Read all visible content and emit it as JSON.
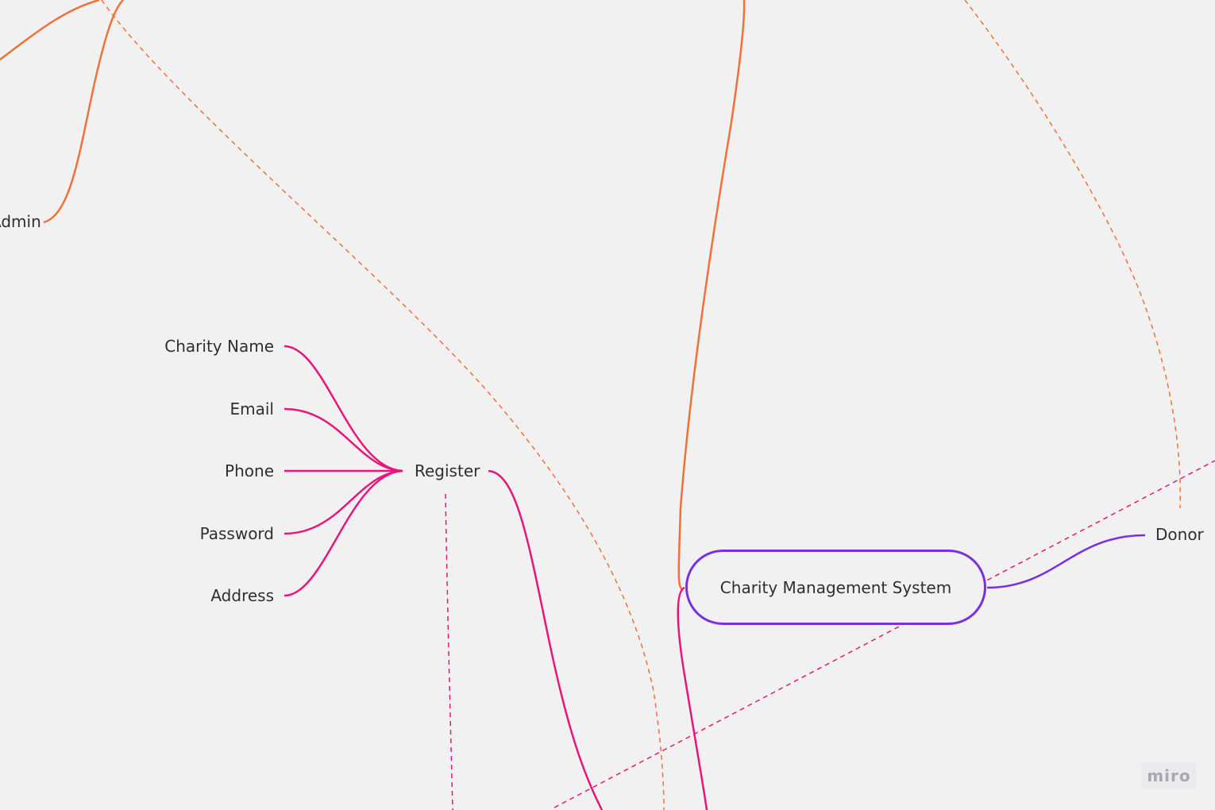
{
  "board": {
    "root": {
      "label": "Charity Management System",
      "color": "#7a2fe0"
    },
    "branches": {
      "admin": {
        "label": "Admin",
        "color": "#f0703a"
      },
      "donor": {
        "label": "Donor",
        "color": "#7a2fe0"
      },
      "register": {
        "label": "Register",
        "color": "#e8157a",
        "fields": [
          {
            "label": "Charity Name"
          },
          {
            "label": "Email"
          },
          {
            "label": "Phone"
          },
          {
            "label": "Password"
          },
          {
            "label": "Address"
          }
        ]
      }
    }
  },
  "watermark": {
    "text": "miro"
  },
  "colors": {
    "background": "#f2f1f1",
    "orange": "#f0703a",
    "pink": "#e8157a",
    "purple": "#7a2fe0"
  }
}
